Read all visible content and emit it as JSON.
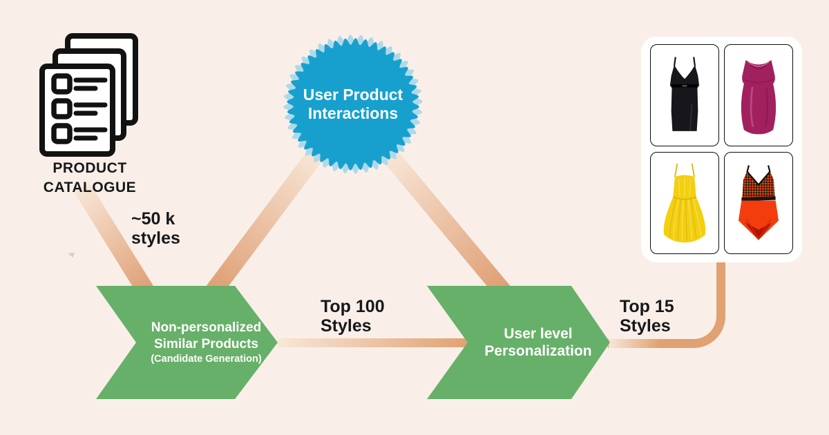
{
  "colors": {
    "background": "#f9efe8",
    "green": "#67b069",
    "blue": "#17a0ce",
    "blue_light": "#aed9ea",
    "orange_dark": "#dd9a6e",
    "orange_light": "#f8e7d8",
    "text_dark": "#16181a",
    "white": "#ffffff"
  },
  "catalogue": {
    "line1": "PRODUCT",
    "line2": "CATALOGUE"
  },
  "interactions": {
    "line1": "User Product",
    "line2": "Interactions"
  },
  "steps": {
    "step1": {
      "line1": "Non-personalized",
      "line2": "Similar Products",
      "line3": "(Candidate Generation)"
    },
    "step2": {
      "line1": "User level",
      "line2": "Personalization"
    }
  },
  "labels": {
    "styles_50k": {
      "line1": "~50 k",
      "line2": "styles"
    },
    "top100": {
      "line1": "Top 100",
      "line2": "Styles"
    },
    "top15": {
      "line1": "Top 15",
      "line2": "Styles"
    }
  },
  "results": {
    "items": [
      {
        "name": "black wrap dress",
        "color": "#17171b"
      },
      {
        "name": "magenta satin dress",
        "color": "#a1215f"
      },
      {
        "name": "yellow pleated dress",
        "color": "#f3cf10"
      },
      {
        "name": "orange patterned dress",
        "color": "#f33d0d",
        "top_color": "#dd4c10"
      }
    ]
  }
}
